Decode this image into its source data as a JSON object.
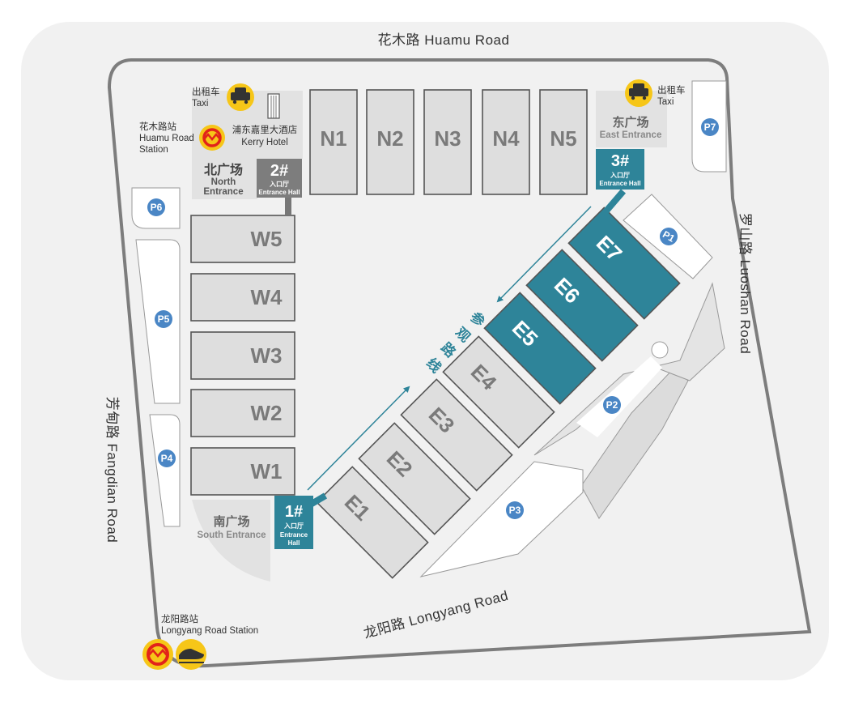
{
  "roads": {
    "north": "花木路   Huamu Road",
    "east": "罗山路   Luoshan Road",
    "south": "龙阳路   Longyang Road",
    "west": "芳甸路   Fangdian Road"
  },
  "north_halls": [
    "N1",
    "N2",
    "N3",
    "N4",
    "N5"
  ],
  "west_halls": [
    "W5",
    "W4",
    "W3",
    "W2",
    "W1"
  ],
  "east_halls_grey": [
    "E1",
    "E2",
    "E3",
    "E4"
  ],
  "east_halls_teal": [
    "E5",
    "E6",
    "E7"
  ],
  "parking": [
    "P1",
    "P2",
    "P3",
    "P4",
    "P5",
    "P6",
    "P7"
  ],
  "entrances": {
    "north": {
      "zh": "北广场",
      "en_line1": "North",
      "en_line2": "Entrance"
    },
    "east": {
      "zh": "东广场",
      "en": "East Entrance"
    },
    "south": {
      "zh": "南广场",
      "en": "South Entrance"
    }
  },
  "entrance_halls": {
    "h1": {
      "num": "1#",
      "zh": "入口厅",
      "en_line1": "Entrance",
      "en_line2": "Hall"
    },
    "h2": {
      "num": "2#",
      "zh": "入口厅",
      "en": "Entrance Hall"
    },
    "h3": {
      "num": "3#",
      "zh": "入口厅",
      "en": "Entrance Hall"
    }
  },
  "taxi": {
    "zh": "出租车",
    "en": "Taxi"
  },
  "metro_huamu": {
    "zh": "花木路站",
    "en_line1": "Huamu Road",
    "en_line2": "Station"
  },
  "metro_longyang": {
    "zh": "龙阳路站",
    "en": "Longyang Road Station"
  },
  "hotel": {
    "zh": "浦东嘉里大酒店",
    "en": "Kerry Hotel"
  },
  "route": {
    "chars": [
      "参",
      "观",
      "路",
      "线"
    ]
  },
  "colors": {
    "teal": "#2e8499",
    "hall_grey": "#dedede",
    "parking_blue": "#4a86c5",
    "taxi_yellow": "#f6c618",
    "metro_red": "#e2231a"
  }
}
